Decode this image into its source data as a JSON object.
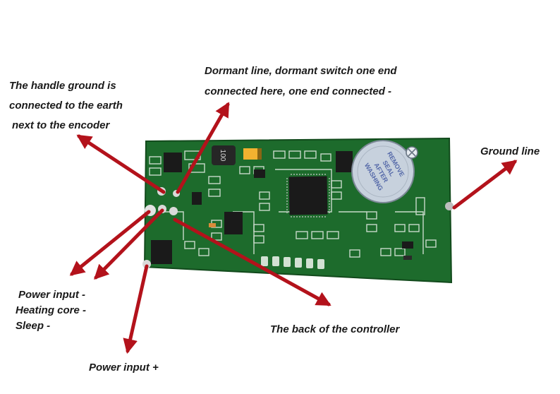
{
  "labels": {
    "handle_ground": [
      "The handle ground is",
      "connected to the earth",
      "next to the encoder"
    ],
    "dormant_line": [
      "Dormant line, dormant switch one end",
      "connected here, one end connected -"
    ],
    "ground_line": "Ground line",
    "power_minus": [
      "Power input -",
      "Heating core -",
      "Sleep -"
    ],
    "back_controller": "The back of the controller",
    "power_plus": "Power input +"
  },
  "buzzer_sticker": [
    "REMOVE",
    "SEAL",
    "AFTER",
    "WASHING"
  ],
  "inductor_marking": "100",
  "colors": {
    "arrow": "#b3121b",
    "pcb": "#1d6b2c",
    "pcb_dark": "#124a1c",
    "silkscreen": "#e6eee6",
    "chip": "#1a1a1a",
    "buzzer": "#c7d1dd"
  }
}
